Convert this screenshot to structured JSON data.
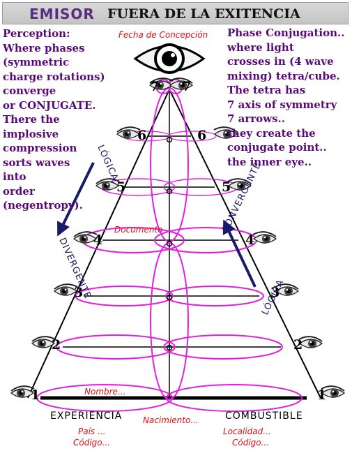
{
  "header": {
    "emisor": "EMISOR",
    "title": "FUERA DE LA EXITENCIA"
  },
  "left_note": {
    "lines": [
      "Perception:",
      "Where phases",
      "(symmetric",
      "charge rotations)",
      "converge",
      "or CONJUGATE.",
      "There the",
      "implosive",
      "compression",
      "sorts waves",
      "into",
      "order",
      "(negentropy)."
    ]
  },
  "right_note": {
    "lines": [
      "Phase Conjugation..",
      "where light",
      "crosses in (4 wave",
      "mixing) tetra/cube.",
      "The tetra  has",
      "7 axis of symmetry",
      "7 arrows..",
      "  they create the",
      "    conjugate point..",
      "  the inner eye.."
    ]
  },
  "labels": {
    "fecha": "Fecha de Concepción",
    "documento": "Documento",
    "nombre": "Nombre...",
    "nacimiento": "Nacimiento...",
    "pais": "País ...",
    "codigo_left": "Código...",
    "localidad": "Localidad...",
    "codigo_right": "Código...",
    "experiencia": "EXPERIENCIA",
    "combustible": "COMBUSTIBLE",
    "logica_left": "LÓGICA",
    "divergente": "DIVERGENTE",
    "convergente": "CONVERGENTE",
    "logica_right": "LÓGICA"
  },
  "levels": [
    {
      "number": "7"
    },
    {
      "number": "6"
    },
    {
      "number": "5"
    },
    {
      "number": "4"
    },
    {
      "number": "3"
    },
    {
      "number": "2"
    },
    {
      "number": "1"
    }
  ],
  "colors": {
    "magenta": "#e020e0",
    "banner_purple": "#5a2d82",
    "note_text": "#5a0a78",
    "red_label": "#e01010",
    "arrow": "#1a1a6a"
  }
}
